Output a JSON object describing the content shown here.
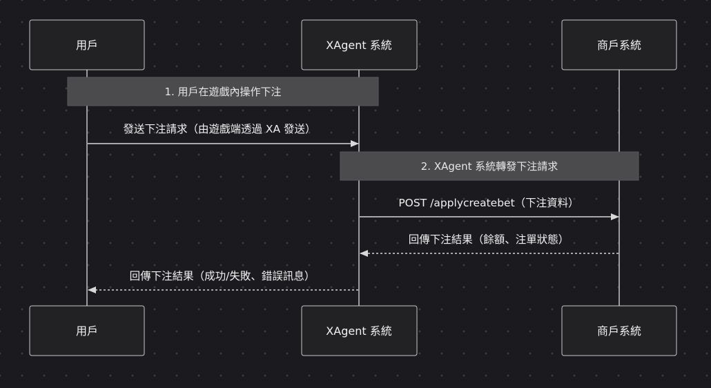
{
  "actors": [
    {
      "id": "user",
      "label": "用戶"
    },
    {
      "id": "xagent",
      "label": "XAgent 系統"
    },
    {
      "id": "merchant",
      "label": "商戶系統"
    }
  ],
  "notes": [
    {
      "label": "1. 用戶在遊戲內操作下注"
    },
    {
      "label": "2. XAgent 系統轉發下注請求"
    }
  ],
  "messages": [
    {
      "label": "發送下注請求（由遊戲端透過 XA 發送）",
      "from": "user",
      "to": "xagent",
      "style": "solid"
    },
    {
      "label": "POST /applycreatebet（下注資料）",
      "from": "xagent",
      "to": "merchant",
      "style": "solid"
    },
    {
      "label": "回傳下注結果（餘額、注單狀態）",
      "from": "merchant",
      "to": "xagent",
      "style": "dashed"
    },
    {
      "label": "回傳下注結果（成功/失敗、錯誤訊息）",
      "from": "xagent",
      "to": "user",
      "style": "dashed"
    }
  ],
  "colors": {
    "background": "#1b1b1f",
    "actor_fill": "#222224",
    "line": "#d8d8d8",
    "note_fill": "#4b4b4e"
  }
}
